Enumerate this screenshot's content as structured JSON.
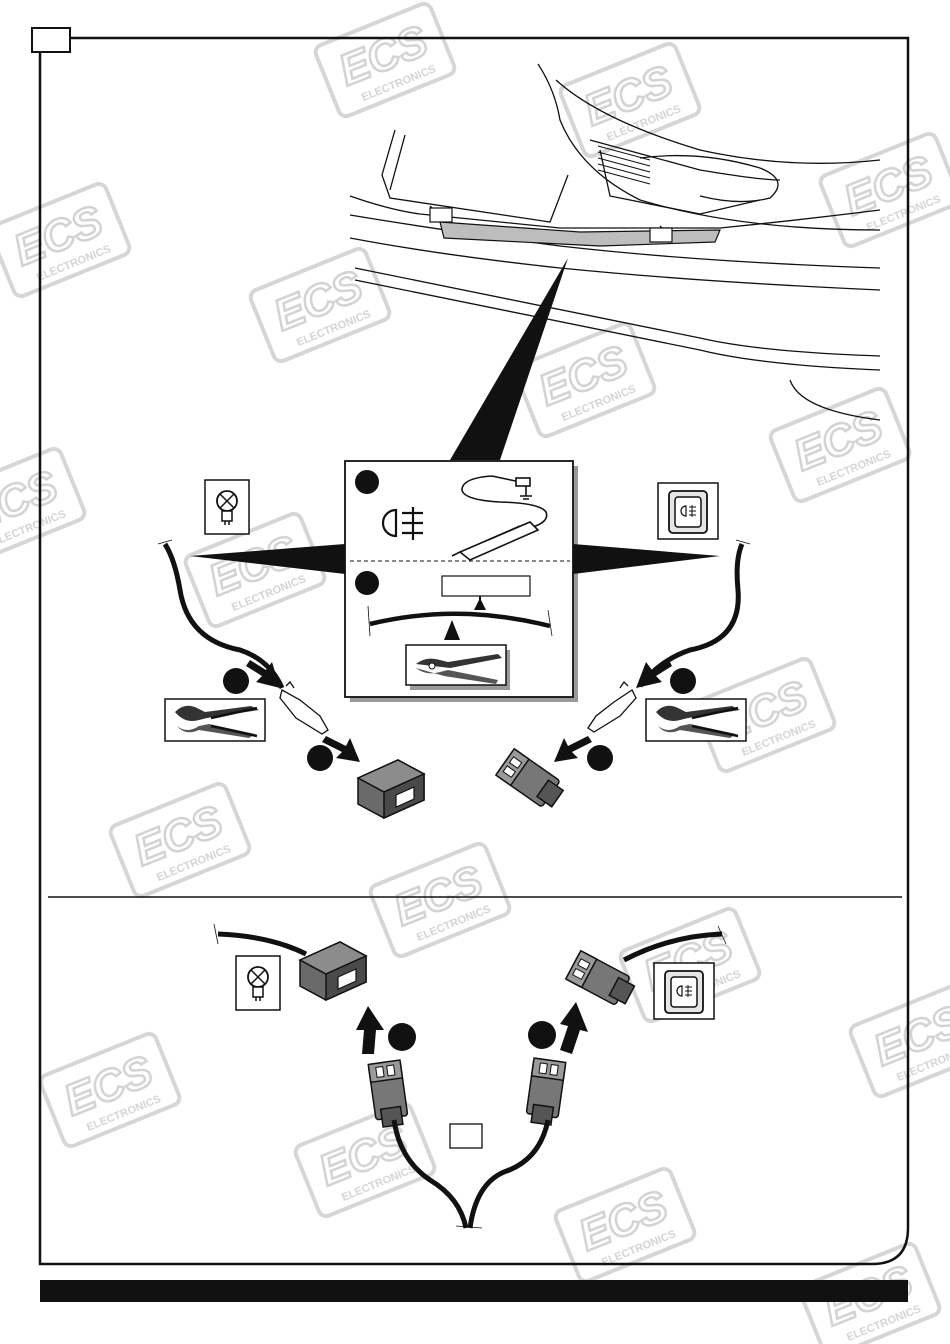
{
  "watermark": {
    "brand": "ECS",
    "sub": "ELECTRONICS"
  },
  "icons": {
    "page_tab": "page-number-tab",
    "lamp": "rear-fog-lamp-bulb-icon",
    "switch": "fog-light-switch-icon",
    "fog_symbol": "rear-fog-light-symbol-icon",
    "test_probe": "circuit-test-probe-icon",
    "cutter": "wire-cutter-icon",
    "crimper": "crimping-tool-icon",
    "connector_female": "female-connector-icon",
    "connector_male": "male-connector-icon",
    "step_marker": "step-number-marker"
  },
  "colors": {
    "ink": "#111111",
    "frame_shadow": "#999999",
    "highlight_area": "#bdbdbd",
    "watermark": "#d2d2d2"
  }
}
